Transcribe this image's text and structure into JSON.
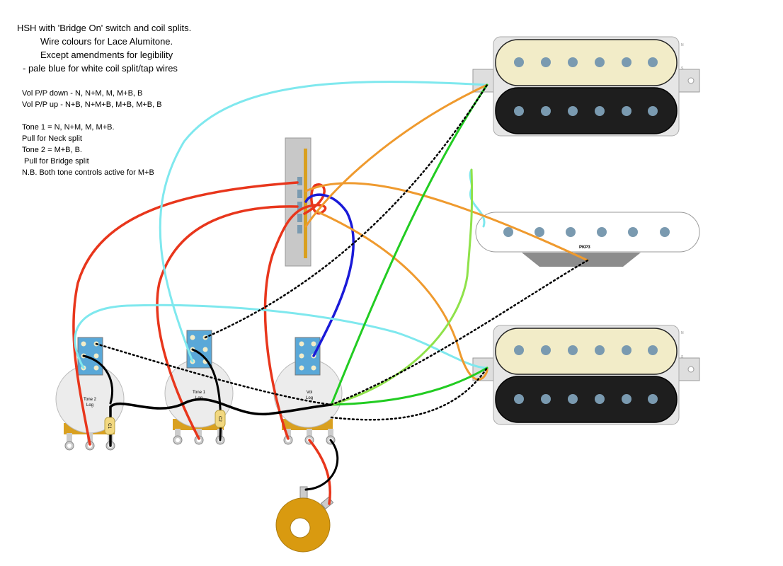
{
  "title": {
    "line1": "HSH with 'Bridge On' switch and coil splits.",
    "line2": "Wire colours for Lace Alumitone.",
    "line3": "Except amendments for legibility",
    "line4": "- pale blue for white coil split/tap wires"
  },
  "notes": {
    "vol_down": "Vol P/P down - N, N+M, M, M+B, B",
    "vol_up": "Vol P/P up - N+B, N+M+B, M+B, M+B, B",
    "tone1": "Tone 1 = N, N+M, M, M+B.",
    "tone1_pull": "Pull for Neck split",
    "tone2": "Tone 2 = M+B, B.",
    "tone2_pull": "Pull for Bridge split",
    "nb": "N.B. Both tone controls active for M+B"
  },
  "components": {
    "tone2_label": "Tone 2",
    "tone2_taper": "Log",
    "tone1_label": "Tone 1",
    "tone1_taper": "Log",
    "vol_label": "Vol",
    "vol_taper": "Log",
    "cap1": "C1",
    "cap2": "C2",
    "middle_pickup": "PKP3",
    "neck_n": "N",
    "neck_s": "S",
    "bridge_n": "N",
    "bridge_s": "S"
  },
  "colors": {
    "red": "#e8361c",
    "black": "#000000",
    "pale_blue": "#7fe8ee",
    "blue": "#1a1ad8",
    "orange": "#ef9a2e",
    "green": "#22cc22",
    "light_green": "#8fe24a",
    "cream": "#f2ecc8",
    "pickup_black": "#1e1e1e",
    "pole": "#7a9ab0",
    "pot_body": "#ededed",
    "pot_brass": "#d9a020",
    "switch_blue": "#5aa8d8",
    "jack": "#d99a10"
  }
}
